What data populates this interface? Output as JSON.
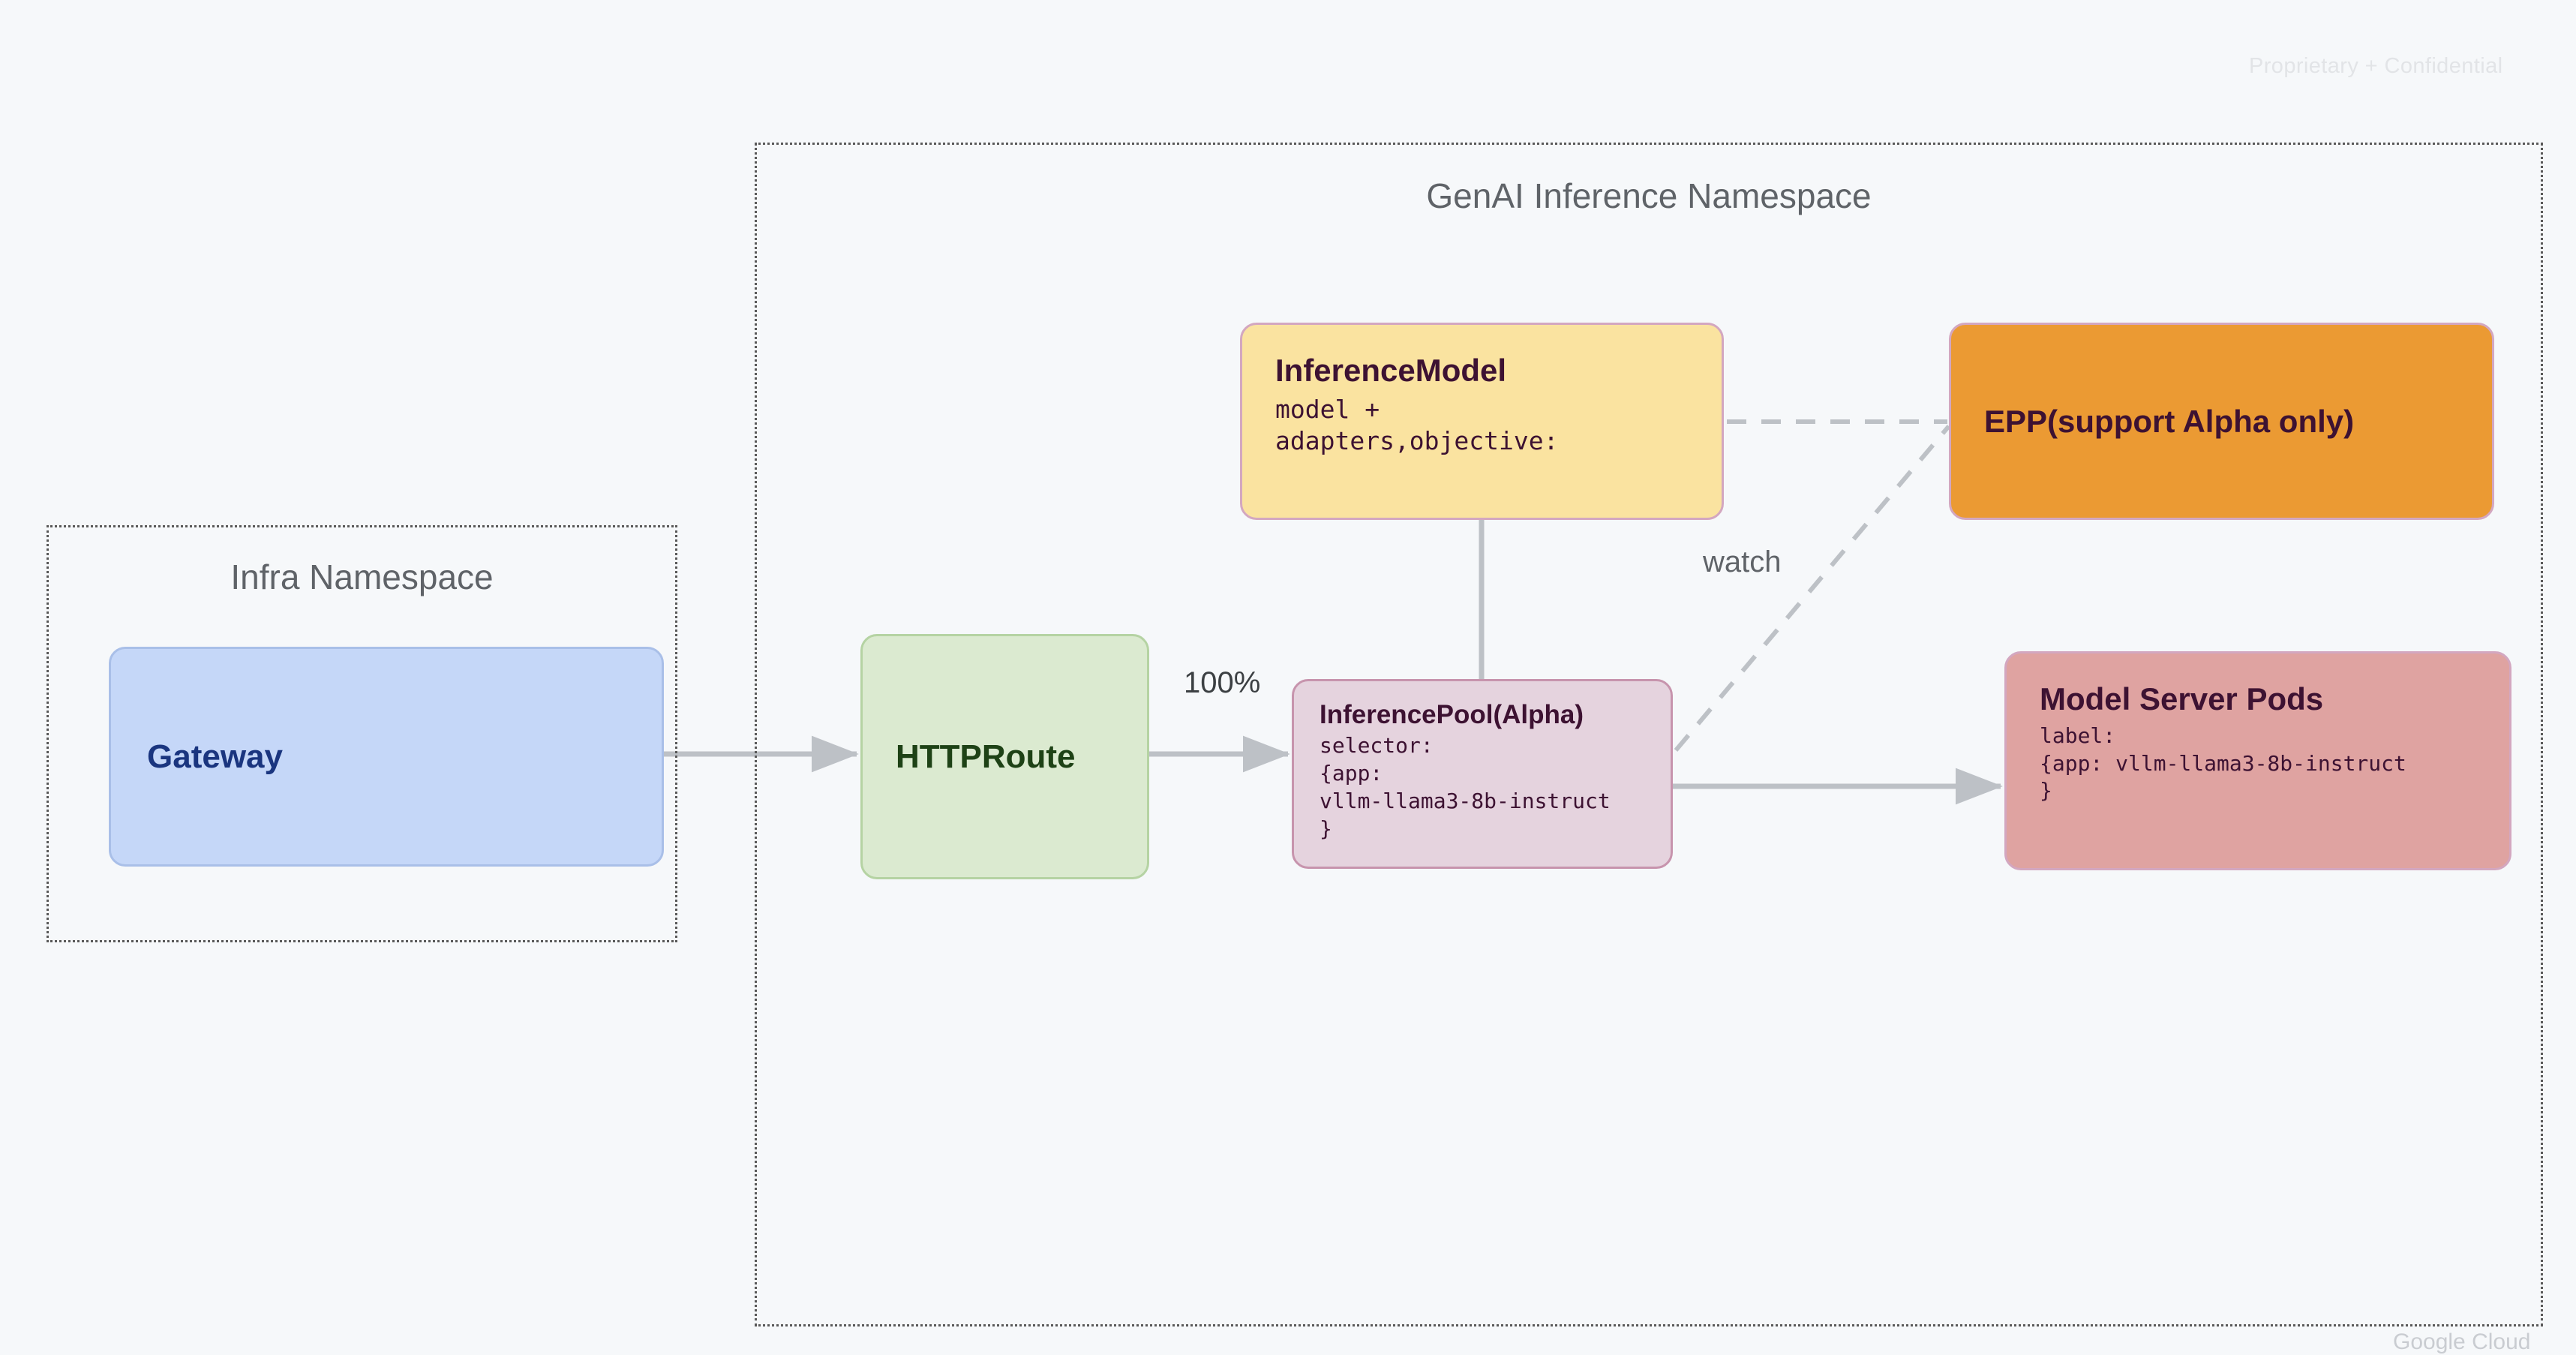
{
  "page": {
    "background_color": "#f6f8fa",
    "watermark": "Proprietary + Confidential",
    "bottom_watermark": "Google Cloud"
  },
  "groups": [
    {
      "id": "infra",
      "label": "Infra Namespace"
    },
    {
      "id": "genai",
      "label": "GenAI Inference Namespace"
    }
  ],
  "nodes": {
    "gateway": {
      "title": "Gateway",
      "fill": "#c5d7f8",
      "text_color": "#1a357f"
    },
    "httproute": {
      "title": "HTTPRoute",
      "fill": "#dbead0",
      "text_color": "#1e4216"
    },
    "inferencemodel": {
      "title": "InferenceModel",
      "sub": "model +\nadapters,objective:",
      "fill": "#fae3a0",
      "text_color": "#3d1232"
    },
    "inferencepool": {
      "title": "InferencePool(Alpha)",
      "sub": "selector:\n{app:\nvllm-llama3-8b-instruct\n}",
      "fill": "#e5d3de",
      "text_color": "#3d1232"
    },
    "epp": {
      "title": "EPP(support Alpha only)",
      "fill": "#eb9a33",
      "text_color": "#3d1232"
    },
    "modelserverpods": {
      "title": "Model Server Pods",
      "sub": "label:\n{app: vllm-llama3-8b-instruct\n}",
      "fill": "#dfa3a1",
      "text_color": "#3d1232"
    }
  },
  "edges": {
    "gateway_to_httproute": {
      "label": "",
      "style": "solid-arrow"
    },
    "httproute_to_inferencepool": {
      "label": "100%",
      "style": "solid-arrow"
    },
    "inferencemodel_to_inferencepool": {
      "label": "",
      "style": "solid-plain"
    },
    "inferencepool_to_modelserverpods": {
      "label": "",
      "style": "solid-arrow"
    },
    "inferencemodel_to_epp": {
      "label": "",
      "style": "dashed"
    },
    "inferencepool_to_epp": {
      "label": "watch",
      "style": "dashed"
    }
  },
  "edge_labels": {
    "percent": "100%",
    "watch": "watch"
  },
  "colors": {
    "edge_stroke": "#bdc1c6",
    "dashed_stroke": "#bdc1c6",
    "namespace_border": "#595959",
    "namespace_label": "#5f6368"
  }
}
